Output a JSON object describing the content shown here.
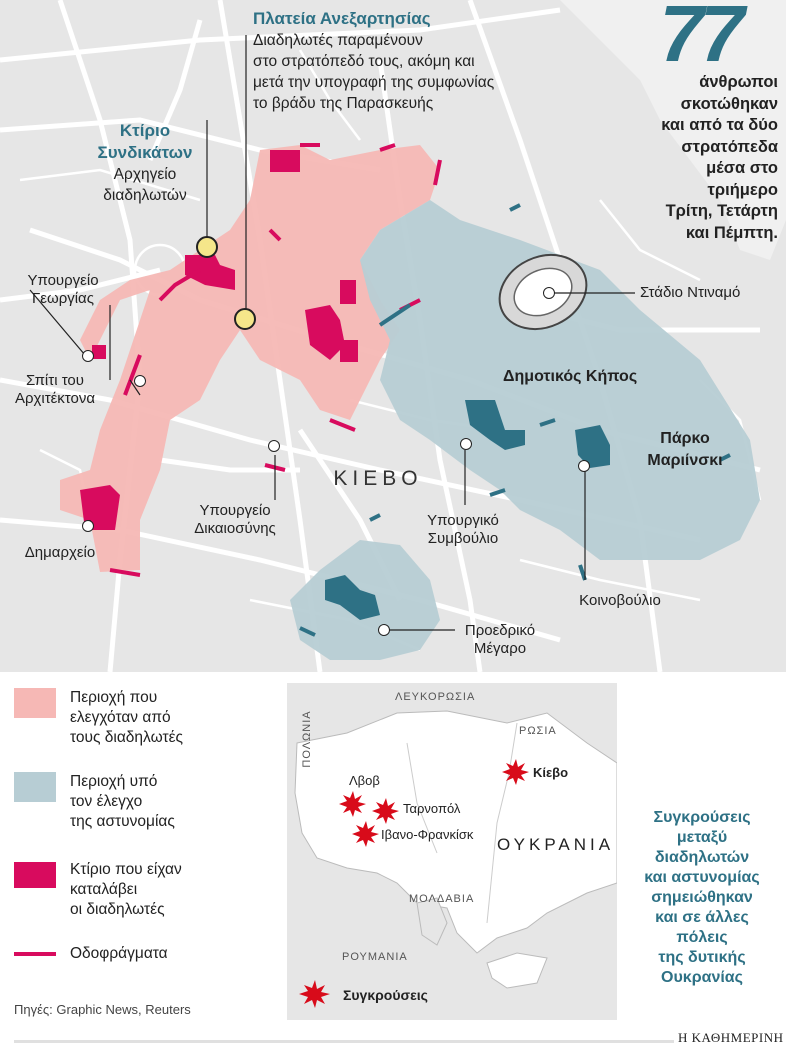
{
  "big_number": "77",
  "big_number_text": [
    "άνθρωποι",
    "σκοτώθηκαν",
    "και από τα δύο",
    "στρατόπεδα",
    "μέσα στο",
    "τριήμερο",
    "Τρίτη, Τετάρτη",
    "και Πέμπτη."
  ],
  "map_labels": {
    "plateia_title": "Πλατεία Ανεξαρτησίας",
    "plateia_text": [
      "Διαδηλωτές παραμένουν",
      "στο στρατόπεδό τους, ακόμη και",
      "μετά την υπογραφή της συμφωνίας",
      "το βράδυ της Παρασκευής"
    ],
    "ktirio_title": [
      "Κτίριο",
      "Συνδικάτων"
    ],
    "ktirio_text": [
      "Αρχηγείο",
      "διαδηλωτών"
    ],
    "ypourgeio_georgias": [
      "Υπουργείο",
      "Γεωργίας"
    ],
    "spiti": [
      "Σπίτι του",
      "Αρχιτέκτονα"
    ],
    "dimarxeio": "Δημαρχείο",
    "ypourgeio_dikaiosynis": [
      "Υπουργείο",
      "Δικαιοσύνης"
    ],
    "kievo": "ΚΙΕΒΟ",
    "ypourgiko": [
      "Υπουργικό",
      "Συμβούλιο"
    ],
    "proedriko": [
      "Προεδρικό",
      "Μέγαρο"
    ],
    "koinovoulio": "Κοινοβούλιο",
    "stadio": "Στάδιο Ντιναμό",
    "dimotikos_kipos": "Δημοτικός Κήπος",
    "parko": [
      "Πάρκο",
      "Μαριίνσκι"
    ]
  },
  "legend": [
    {
      "label": [
        "Περιοχή που",
        "ελεγχόταν από",
        "τους διαδηλωτές"
      ],
      "color": "#f6b8b5"
    },
    {
      "label": [
        "Περιοχή υπό",
        "τον έλεγχο",
        "της αστυνομίας"
      ],
      "color": "#b7cdd4"
    },
    {
      "label": [
        "Κτίριο που είχαν",
        "καταλάβει",
        "οι διαδηλωτές"
      ],
      "color": "#d80b5e"
    },
    {
      "label": [
        "Οδοφράγματα"
      ],
      "color": "#d80b5e"
    }
  ],
  "sources": "Πηγές: Graphic News, Reuters",
  "inset": {
    "countries": {
      "belarus": "ΛΕΥΚΟΡΩΣΙΑ",
      "poland": "ΠΟΛΩΝΙΑ",
      "russia": "ΡΩΣΙΑ",
      "ukraine": "ΟΥΚΡΑΝΙΑ",
      "moldova": "ΜΟΛΔΑΒΙΑ",
      "romania": "ΡΟΥΜΑΝΙΑ"
    },
    "cities": {
      "lviv": "Λβοβ",
      "ternopil": "Ταρνοπόλ",
      "ivano": "Ιβανο-Φρανκίσκ",
      "kiev": "Κίεβο"
    },
    "legend": "Συγκρούσεις"
  },
  "sidebar": [
    "Συγκρούσεις",
    "μεταξύ",
    "διαδηλωτών",
    "και αστυνομίας",
    "σημειώθηκαν",
    "και σε άλλες",
    "πόλεις",
    "της δυτικής",
    "Ουκρανίας"
  ],
  "footer_brand": "Η ΚΑΘΗΜΕΡΙΝΗ"
}
